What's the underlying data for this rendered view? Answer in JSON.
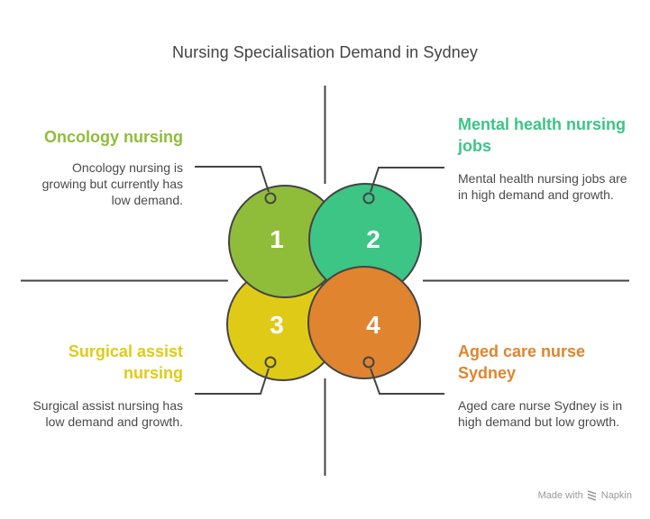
{
  "title": "Nursing Specialisation Demand in Sydney",
  "colors": {
    "oncology": "#8fbd3a",
    "mental_health": "#3cc585",
    "surgical": "#dfcb17",
    "aged_care": "#e08430",
    "outline": "#444444",
    "text": "#4a4a4a"
  },
  "items": [
    {
      "number": "1",
      "heading": "Oncology nursing",
      "description": "Oncology nursing is growing but currently has low demand.",
      "color": "#8fbd3a"
    },
    {
      "number": "2",
      "heading": "Mental health nursing jobs",
      "description": "Mental health nursing jobs are in high demand and growth.",
      "color": "#3cc585"
    },
    {
      "number": "3",
      "heading": "Surgical assist nursing",
      "description": "Surgical assist nursing has low demand and growth.",
      "color": "#dfcb17"
    },
    {
      "number": "4",
      "heading": "Aged care nurse Sydney",
      "description": "Aged care nurse Sydney is in high demand but low growth.",
      "color": "#e08430"
    }
  ],
  "footer": {
    "made_with": "Made with",
    "brand": "Napkin",
    "brand_icon": "napkin-logo-icon"
  }
}
